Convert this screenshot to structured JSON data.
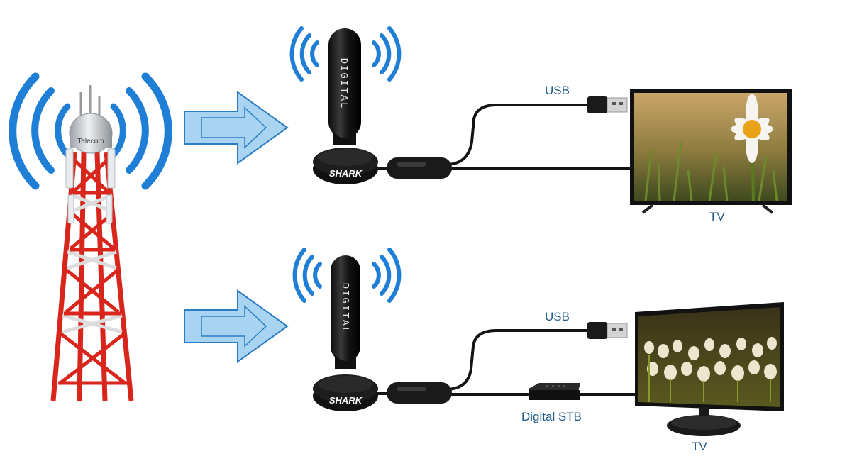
{
  "tower": {
    "label": "Telecom"
  },
  "antenna": {
    "vertical_text": "DIGITAL",
    "brand": "SHARK"
  },
  "setup_top": {
    "usb_label": "USB",
    "tv_label": "TV"
  },
  "setup_bottom": {
    "usb_label": "USB",
    "stb_label": "Digital STB",
    "tv_label": "TV"
  },
  "colors": {
    "signal": "#1f7fd6",
    "tower_red": "#d8261c",
    "arrow_fill": "#a8d4f2",
    "arrow_stroke": "#2a7cc4",
    "cable": "#141414",
    "label": "#1c5a8a"
  }
}
